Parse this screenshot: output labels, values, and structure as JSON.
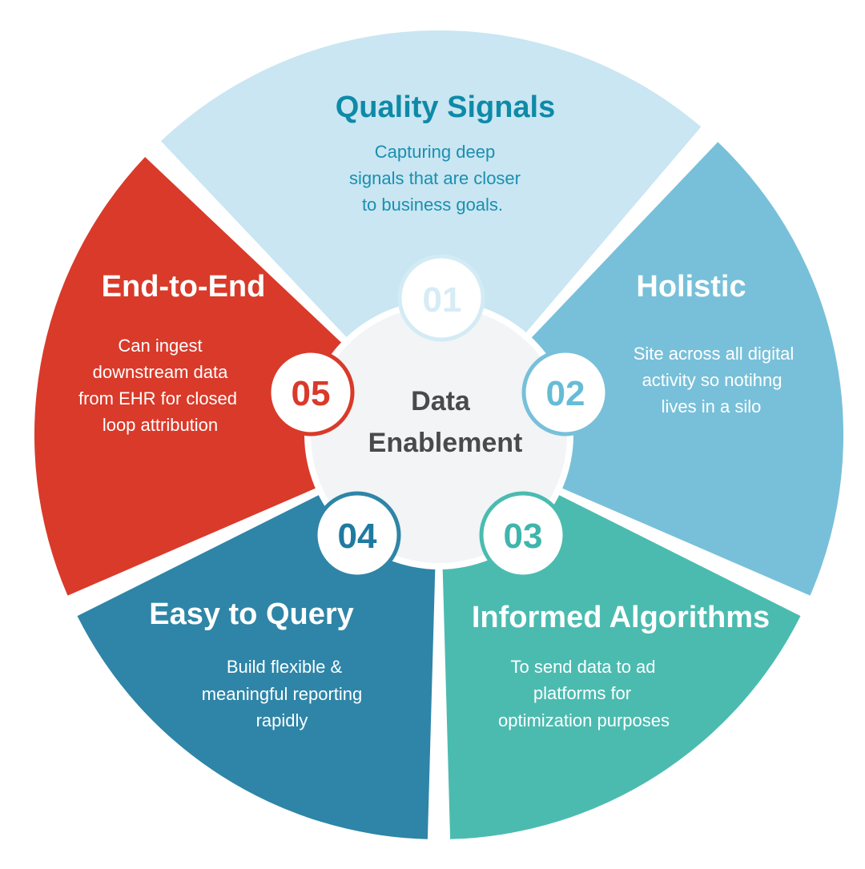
{
  "center": {
    "line1": "Data",
    "line2": "Enablement"
  },
  "segments": [
    {
      "number": "01",
      "title": "Quality Signals",
      "desc": [
        "Capturing deep",
        "signals that are closer",
        "to business goals."
      ],
      "fill": "#c9e6f2",
      "title_color": "#0e8aa8",
      "desc_color": "#1a8fb0",
      "number_color": "#d7ecf5",
      "ring_color": "#d3ebf4"
    },
    {
      "number": "02",
      "title": "Holistic",
      "desc": [
        "Site across all digital",
        "activity so notihng",
        "lives in a silo"
      ],
      "fill": "#78c0d9",
      "title_color": "#ffffff",
      "desc_color": "#ffffff",
      "number_color": "#66bcd6",
      "ring_color": "#78c0d9"
    },
    {
      "number": "03",
      "title": "Informed Algorithms",
      "desc": [
        "To send data to ad",
        "platforms for",
        "optimization purposes"
      ],
      "fill": "#4bbbb0",
      "title_color": "#ffffff",
      "desc_color": "#ffffff",
      "number_color": "#3fb5ab",
      "ring_color": "#4bbbb0"
    },
    {
      "number": "04",
      "title": "Easy to Query",
      "desc": [
        "Build flexible &",
        "meaningful reporting",
        "rapidly"
      ],
      "fill": "#2e85a7",
      "title_color": "#ffffff",
      "desc_color": "#ffffff",
      "number_color": "#1f7aa0",
      "ring_color": "#2e85a7"
    },
    {
      "number": "05",
      "title": "End-to-End",
      "desc": [
        "Can ingest",
        "downstream data",
        "from EHR for closed",
        "loop attribution"
      ],
      "fill": "#d93a2a",
      "title_color": "#ffffff",
      "desc_color": "#ffffff",
      "number_color": "#d93a2a",
      "ring_color": "#d93a2a"
    }
  ]
}
